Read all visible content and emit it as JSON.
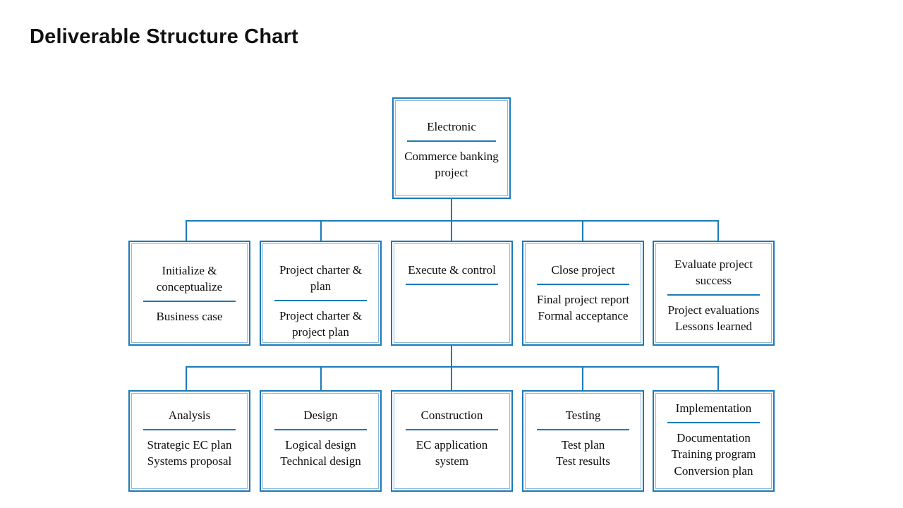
{
  "page": {
    "title": "Deliverable Structure Chart",
    "accent_color": "#1C7AB8",
    "inner_border_color": "#93BAD6",
    "background_color": "#FFFFFF",
    "text_color": "#0D0D0D"
  },
  "chart_data": {
    "type": "diagram",
    "diagram_kind": "org-chart",
    "title": "Deliverable Structure Chart",
    "orientation": "top-down",
    "levels": 3,
    "root": {
      "header": "Electronic",
      "body": "Commerce banking\nproject"
    },
    "level2": [
      {
        "header": "Initialize &\nconceptualize",
        "body": "Business case"
      },
      {
        "header": "Project charter & plan",
        "body": "Project charter &\nproject plan"
      },
      {
        "header": "Execute & control",
        "body": ""
      },
      {
        "header": "Close project",
        "body": "Final project report\nFormal acceptance"
      },
      {
        "header": "Evaluate project\nsuccess",
        "body": "Project evaluations\nLessons learned"
      }
    ],
    "level3": [
      {
        "header": "Analysis",
        "body": "Strategic EC plan\nSystems proposal"
      },
      {
        "header": "Design",
        "body": "Logical design\nTechnical design"
      },
      {
        "header": "Construction",
        "body": "EC application\nsystem"
      },
      {
        "header": "Testing",
        "body": "Test plan\nTest results"
      },
      {
        "header": "Implementation",
        "body": "Documentation\nTraining program\nConversion plan"
      }
    ],
    "edges": [
      {
        "from": "Electronic",
        "to": "Initialize & conceptualize"
      },
      {
        "from": "Electronic",
        "to": "Project charter & plan"
      },
      {
        "from": "Electronic",
        "to": "Execute & control"
      },
      {
        "from": "Electronic",
        "to": "Close project"
      },
      {
        "from": "Electronic",
        "to": "Evaluate project success"
      },
      {
        "from": "Execute & control",
        "to": "Analysis"
      },
      {
        "from": "Execute & control",
        "to": "Design"
      },
      {
        "from": "Execute & control",
        "to": "Construction"
      },
      {
        "from": "Execute & control",
        "to": "Testing"
      },
      {
        "from": "Execute & control",
        "to": "Implementation"
      }
    ]
  }
}
